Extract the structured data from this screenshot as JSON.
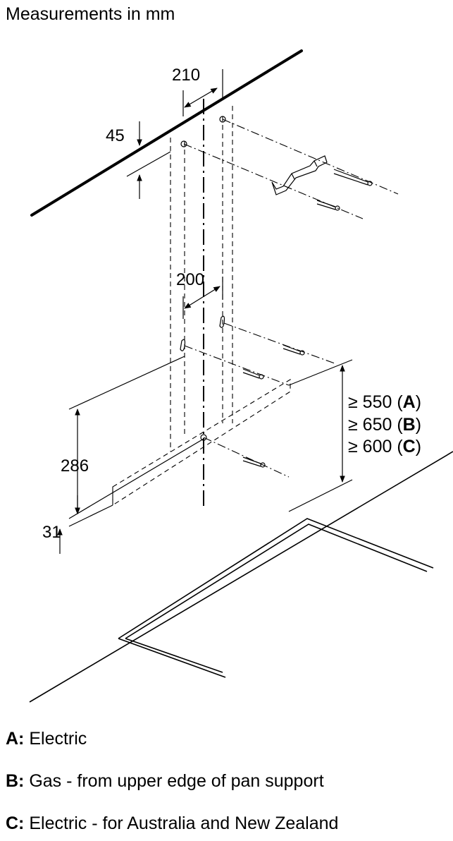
{
  "title": "Measurements in mm",
  "dimensions": {
    "top_width": "210",
    "top_drop": "45",
    "mid_width": "200",
    "height_286": "286",
    "bottom_31": "31"
  },
  "clearances": [
    {
      "prefix": "≥ 550 (",
      "key": "A",
      "suffix": ")"
    },
    {
      "prefix": "≥ 650 (",
      "key": "B",
      "suffix": ")"
    },
    {
      "prefix": "≥ 600 (",
      "key": "C",
      "suffix": ")"
    }
  ],
  "legend": [
    {
      "key": "A:",
      "text": " Electric"
    },
    {
      "key": "B:",
      "text": " Gas - from upper edge of pan support"
    },
    {
      "key": "C:",
      "text": " Electric - for Australia and New Zealand"
    }
  ]
}
